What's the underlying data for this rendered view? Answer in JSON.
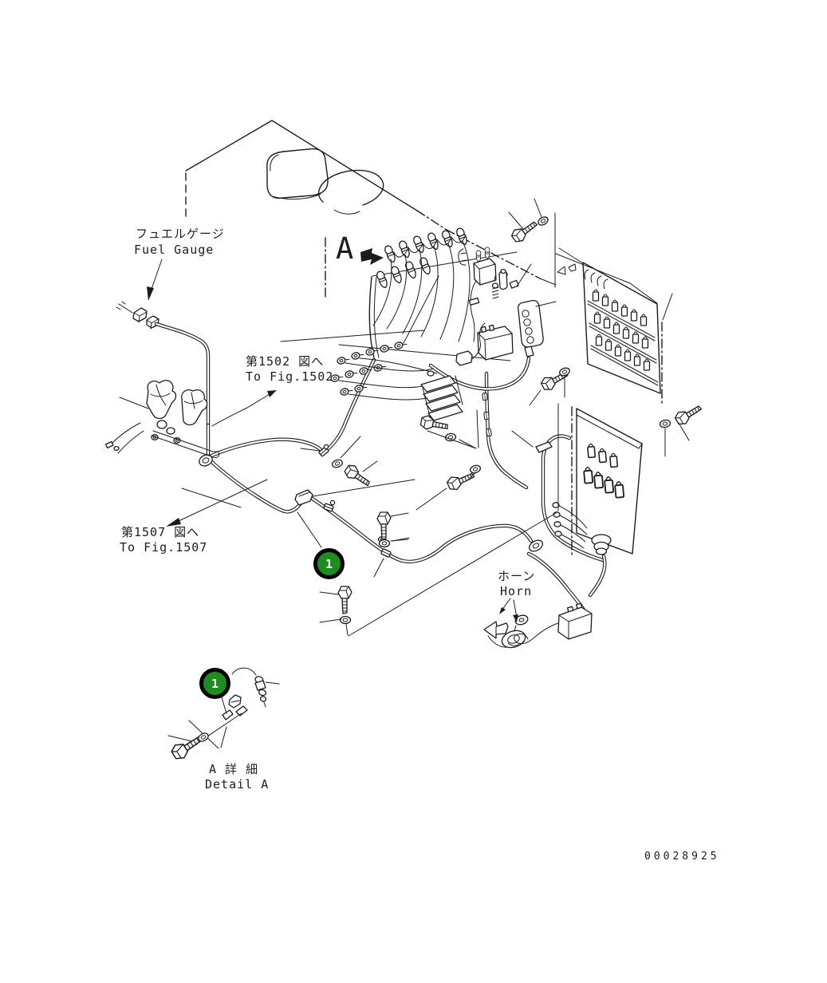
{
  "diagram": {
    "labels": {
      "fuel_gauge": {
        "jp": "フュエルゲージ",
        "en": "Fuel Gauge"
      },
      "to_fig_1502": {
        "jp": "第1502 図へ",
        "en": "To Fig.1502"
      },
      "to_fig_1507": {
        "jp": "第1507 図へ",
        "en": "To Fig.1507"
      },
      "horn": {
        "jp": "ホーン",
        "en": "Horn"
      },
      "detail_a": {
        "jp": "A 詳 細",
        "en": "Detail A"
      },
      "view_arrow_letter": "A"
    },
    "callouts": {
      "main": {
        "label": "1"
      },
      "detail": {
        "label": "1"
      }
    },
    "part_number": "00028925",
    "colors": {
      "callout_fill": "#1e8c1e",
      "callout_ring": "#000000",
      "line": "#1c1c1c",
      "background": "#ffffff"
    }
  }
}
